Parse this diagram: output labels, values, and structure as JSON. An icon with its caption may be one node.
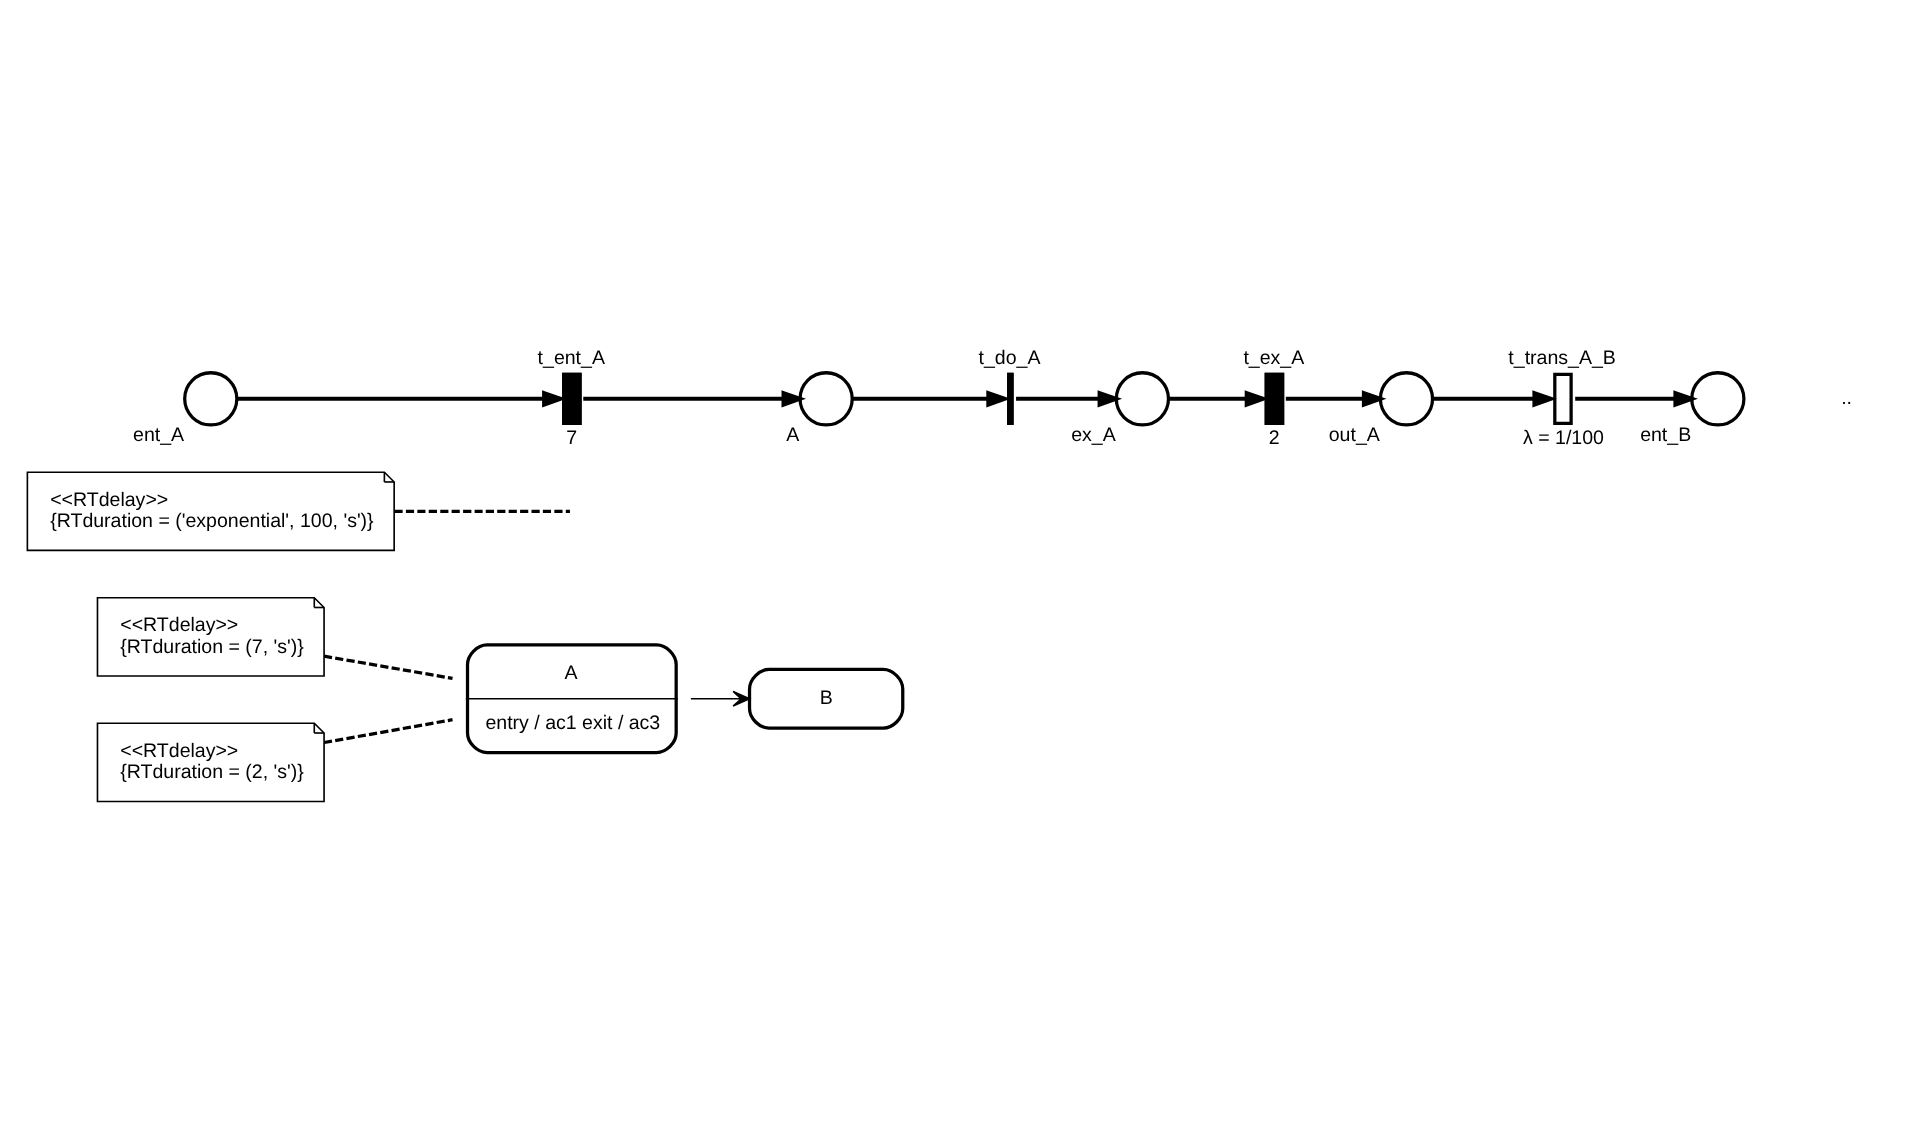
{
  "diagram": {
    "nodes": [
      {
        "text": [
          "A",
          "entry / ac1 exit / ac3"
        ]
      },
      {
        "text": [
          "<<RTdelay>>",
          "{RTduration = (7, 's')}"
        ]
      },
      {
        "text": [
          "B"
        ]
      },
      {
        "text": [
          "<<RTdelay>>",
          "{RTduration = ('exponential', 100, 's')}"
        ]
      },
      {
        "text": [
          "<<RTdelay>>",
          "{RTduration = (2, 's')}"
        ]
      },
      {
        "text": [],
        "shape": "circle",
        "beside": [
          "ent_A"
        ]
      },
      {
        "text": [],
        "shape": "bar",
        "beside": [
          "t_ent_A",
          "7"
        ]
      },
      {
        "text": [],
        "shape": "circle",
        "beside": [
          "A"
        ]
      },
      {
        "text": [],
        "shape": "bar",
        "beside": [
          "t_do_A"
        ]
      },
      {
        "text": [],
        "shape": "circle",
        "beside": [
          "ex_A"
        ]
      },
      {
        "text": [],
        "shape": "bar",
        "beside": [
          "t_ex_A",
          "2"
        ]
      },
      {
        "text": [],
        "shape": "circle",
        "beside": [
          "out_A"
        ]
      },
      {
        "text": [],
        "shape": "box",
        "beside": [
          "t_trans_A_B",
          "λ = 1/100"
        ]
      },
      {
        "text": [],
        "shape": "circle",
        "beside": [
          "ent_B"
        ]
      }
    ],
    "edges": [
      {
        "from": 0,
        "to": 2,
        "arrow": "to"
      },
      {
        "from": 1,
        "to": 0,
        "arrow": "none",
        "style": "dashed"
      },
      {
        "from": 3,
        "to": null,
        "arrow": "none",
        "style": "dashed"
      },
      {
        "from": 4,
        "to": 0,
        "arrow": "none",
        "style": "dashed"
      },
      {
        "from": 5,
        "to": 6,
        "arrow": "to"
      },
      {
        "from": 6,
        "to": 7,
        "arrow": "to"
      },
      {
        "from": 7,
        "to": 8,
        "arrow": "to"
      },
      {
        "from": 8,
        "to": 9,
        "arrow": "to"
      },
      {
        "from": 9,
        "to": 10,
        "arrow": "to"
      },
      {
        "from": 10,
        "to": 11,
        "arrow": "to"
      },
      {
        "from": 11,
        "to": 12,
        "arrow": "to"
      },
      {
        "from": 12,
        "to": 13,
        "arrow": "to"
      }
    ],
    "labels": [
      ".."
    ]
  }
}
